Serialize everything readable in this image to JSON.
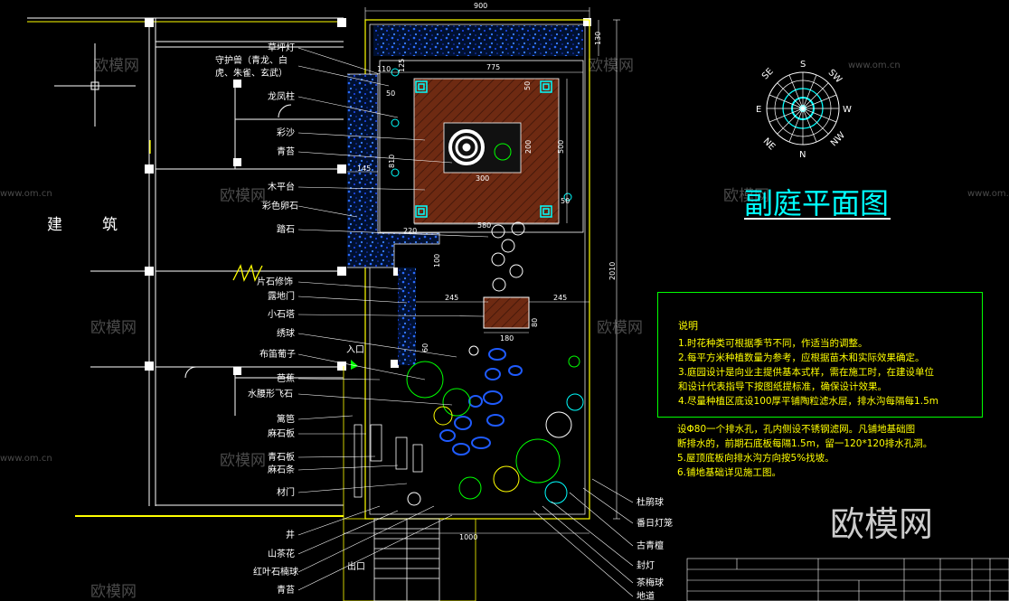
{
  "drawing_title": "副庭平面图",
  "building_label": [
    "建",
    "筑"
  ],
  "notes": {
    "heading": "说明",
    "items": [
      "1.时花种类可根据季节不同，作适当的调整。",
      "2.每平方米种植数量为参考，应根据苗木和实际效果确定。",
      "3.庭园设计是向业主提供基本式样，需在施工时，在建设单位",
      "  和设计代表指导下按图纸提标准，确保设计效果。",
      "4.尽量种植区底设100厚平铺陶粒滤水层，排水沟每隔每1.5m",
      "  设Φ80一个排水孔，孔内侧设不锈钢滤网。凡铺地基础图",
      "  断排水的，前期石底板每隔1.5m，留一120*120排水孔洞。",
      "5.屋顶底板向排水沟方向按5%找坡。",
      "6.铺地基础详见施工图。"
    ]
  },
  "left_labels": [
    "草坪灯",
    "守护兽（青龙、白",
    "虎、朱雀、玄武）",
    "龙凤柱",
    "彩沙",
    "青苔",
    "木平台",
    "彩色卵石",
    "踏石",
    "片石修饰",
    "露地门",
    "小石塔",
    "绣球",
    "布笛葡子",
    "芭蕉",
    "水腰形飞石",
    "篱笆",
    "麻石板",
    "青石板",
    "麻石条",
    "材门",
    "井",
    "山茶花",
    "红叶石楠球",
    "青苔"
  ],
  "right_labels": [
    "杜鹃球",
    "番日灯笼",
    "古青檀",
    "封灯",
    "茶梅球",
    "地道"
  ],
  "entry_label": "入口",
  "exit_label": "出口",
  "dims": {
    "top": "900",
    "d130": "130",
    "d775": "775",
    "d110": "110",
    "d125": "125",
    "d50a": "50",
    "d50b": "50",
    "d50c": "50",
    "d500": "500",
    "d300": "300",
    "d200": "200",
    "d810": "810",
    "d580": "580",
    "d145": "145",
    "d220": "220",
    "d100": "100",
    "d245a": "245",
    "d245b": "245",
    "d180": "180",
    "d80": "80",
    "d60": "60",
    "d2010": "2010",
    "d1000": "1000"
  },
  "compass_letters": [
    "S",
    "SW",
    "W",
    "NW",
    "N",
    "NE",
    "E",
    "SE"
  ],
  "watermarks": {
    "brand": "欧模网",
    "site": "www.om.cn"
  },
  "colors": {
    "background": "#000000",
    "cyan": "#00ffff",
    "yellow": "#ffff00",
    "green": "#00ff00",
    "blue": "#0050ff",
    "brown": "#6e2a12",
    "white": "#ffffff"
  }
}
